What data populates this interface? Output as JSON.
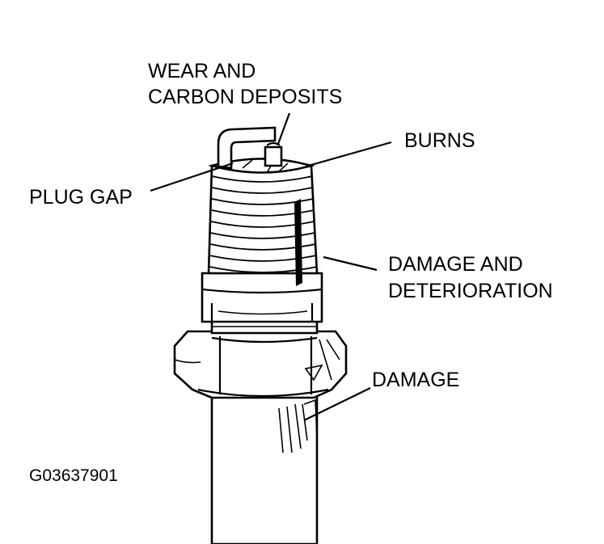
{
  "labels": {
    "wear_line1": "WEAR AND",
    "wear_line2": "CARBON DEPOSITS",
    "burns": "BURNS",
    "plug_gap": "PLUG GAP",
    "damage_det_line1": "DAMAGE AND",
    "damage_det_line2": "DETERIORATION",
    "damage": "DAMAGE"
  },
  "figure_id": "G03637901"
}
